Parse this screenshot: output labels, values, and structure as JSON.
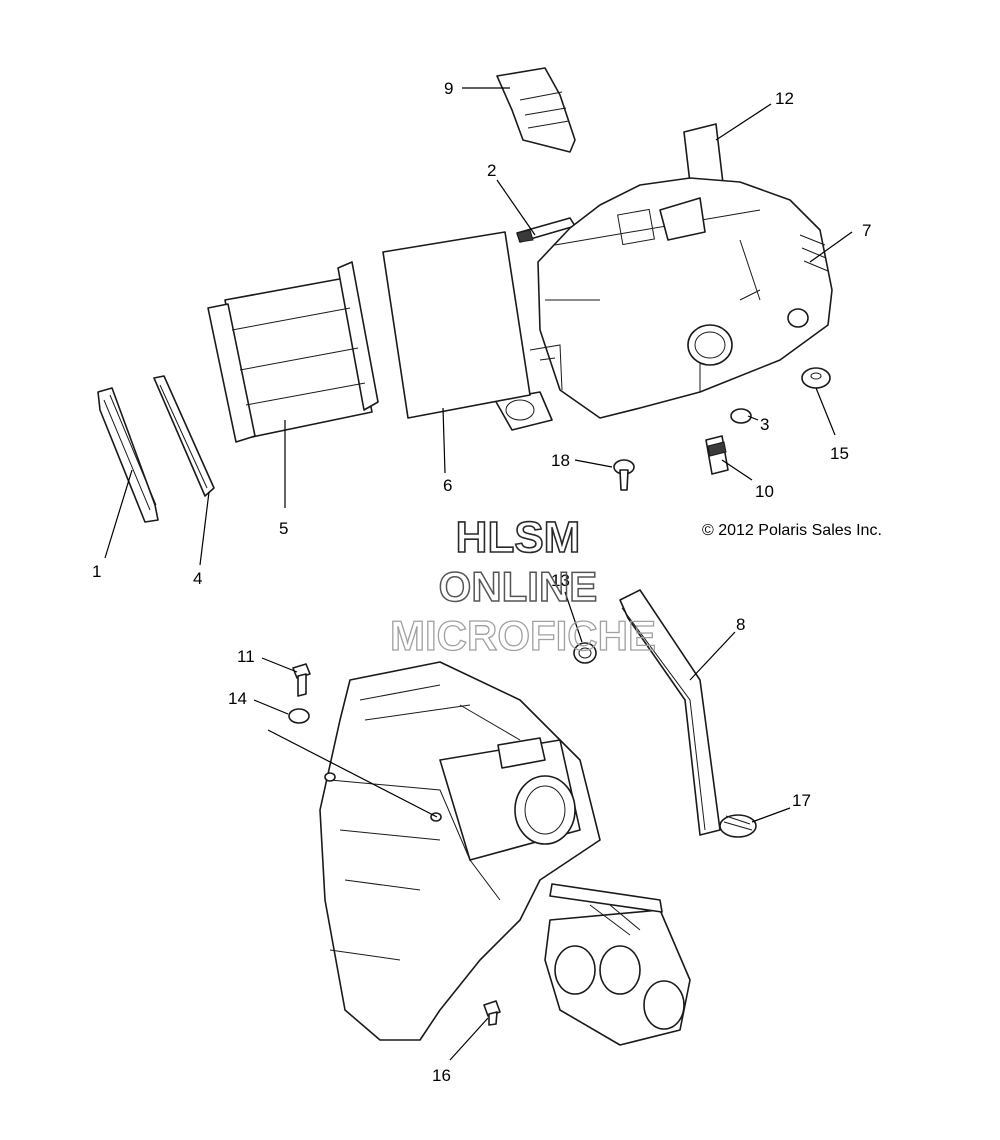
{
  "callouts": [
    {
      "id": "1",
      "text": "1"
    },
    {
      "id": "2",
      "text": "2"
    },
    {
      "id": "3",
      "text": "3"
    },
    {
      "id": "4",
      "text": "4"
    },
    {
      "id": "5",
      "text": "5"
    },
    {
      "id": "6",
      "text": "6"
    },
    {
      "id": "7",
      "text": "7"
    },
    {
      "id": "8",
      "text": "8"
    },
    {
      "id": "9",
      "text": "9"
    },
    {
      "id": "10",
      "text": "10"
    },
    {
      "id": "11",
      "text": "11"
    },
    {
      "id": "12",
      "text": "12"
    },
    {
      "id": "13",
      "text": "13"
    },
    {
      "id": "14",
      "text": "14"
    },
    {
      "id": "15",
      "text": "15"
    },
    {
      "id": "16",
      "text": "16"
    },
    {
      "id": "17",
      "text": "17"
    },
    {
      "id": "18",
      "text": "18"
    }
  ],
  "copyright": "© 2012 Polaris Sales Inc.",
  "watermark": {
    "line1": "HLSM",
    "line2": "ONLINE",
    "line3": "MICROFICHE",
    "colors": {
      "line1": "#2a2a2a",
      "line2": "#555555",
      "line3": "#a0a0a0"
    }
  }
}
